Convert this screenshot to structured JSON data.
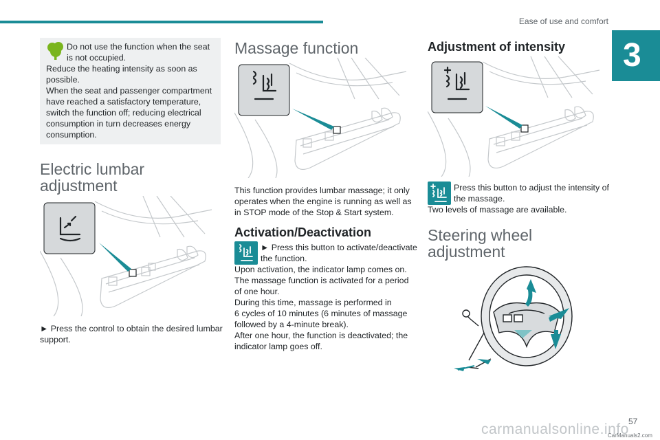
{
  "header": {
    "section_title": "Ease of use and comfort",
    "chapter_number": "3"
  },
  "notice": {
    "icon": "leaf-icon",
    "line1": "Do not use the function when the seat",
    "line2": "is not occupied.",
    "line3": "Reduce the heating intensity as soon as",
    "line4": "possible.",
    "line5": "When the seat and passenger compartment",
    "line6": "have reached a satisfactory temperature,",
    "line7": "switch the function off; reducing electrical",
    "line8": "consumption in turn decreases energy",
    "line9": "consumption."
  },
  "lumbar": {
    "title_line1": "Electric lumbar",
    "title_line2": "adjustment",
    "step_line1": "► Press the control to obtain the desired lumbar",
    "step_line2": "support."
  },
  "massage": {
    "title": "Massage function",
    "intro_line1": "This function provides lumbar massage; it only",
    "intro_line2": "operates when the engine is running as well as",
    "intro_line3": "in STOP mode of the Stop & Start system.",
    "activation_title": "Activation/Deactivation",
    "act_line1": "► Press this button to activate/deactivate",
    "act_line2": "the function.",
    "body_line1": "Upon activation, the indicator lamp comes on.",
    "body_line2": "The massage function is activated for a period",
    "body_line3": "of one hour.",
    "body_line4": "During this time, massage is performed in",
    "body_line5": "6 cycles of 10 minutes (6 minutes of massage",
    "body_line6": "followed by a 4-minute break).",
    "body_line7": "After one hour, the function is deactivated; the",
    "body_line8": "indicator lamp goes off."
  },
  "intensity": {
    "title": "Adjustment of intensity",
    "line1": "Press this button to adjust the intensity of",
    "line2": "the massage.",
    "line3": "Two levels of massage are available."
  },
  "steering": {
    "title_line1": "Steering wheel",
    "title_line2": "adjustment"
  },
  "footer": {
    "page_number": "57",
    "watermark": "carmanualsonline.info",
    "credit": "CarManuals2.com"
  },
  "colors": {
    "accent": "#1a8c96",
    "arrow": "#1a8c96",
    "notice_bg": "#eef0f1",
    "leaf": "#7ab51d"
  }
}
